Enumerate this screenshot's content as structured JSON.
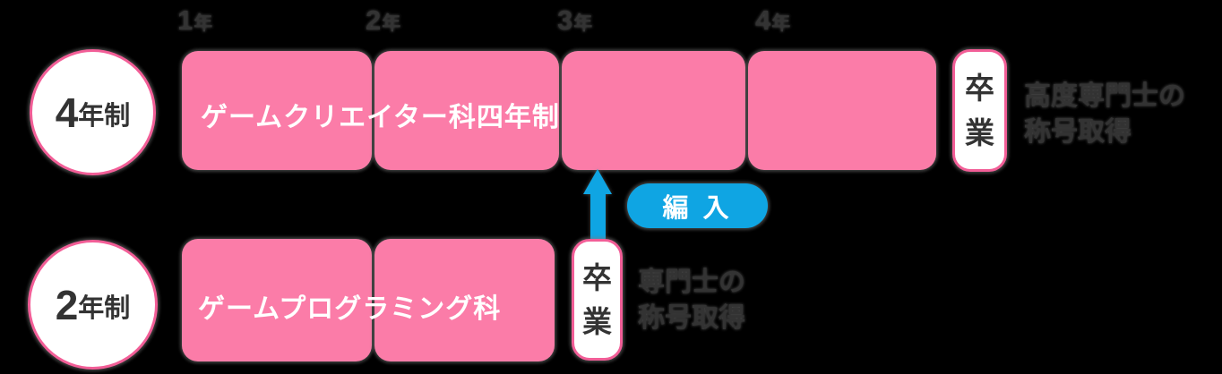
{
  "colors": {
    "background": "#000000",
    "block_pink": "#FB7CA8",
    "border_pink": "#F25E97",
    "blue": "#0FA5E3",
    "dark_text": "#333333"
  },
  "year_axis": {
    "labels": [
      {
        "number": "1",
        "unit": "年"
      },
      {
        "number": "2",
        "unit": "年"
      },
      {
        "number": "3",
        "unit": "年"
      },
      {
        "number": "4",
        "unit": "年"
      }
    ]
  },
  "four_year_track": {
    "badge": {
      "number": "4",
      "unit": "年制"
    },
    "track_label": "ゲームクリエイター科四年制",
    "graduation_label": "卒業",
    "outcome_line1": "高度専門士の",
    "outcome_line2": "称号取得"
  },
  "two_year_track": {
    "badge": {
      "number": "2",
      "unit": "年制"
    },
    "track_label": "ゲームプログラミング科",
    "graduation_label": "卒業",
    "outcome_line1": "専門士の",
    "outcome_line2": "称号取得"
  },
  "transfer": {
    "label": "編 入"
  }
}
